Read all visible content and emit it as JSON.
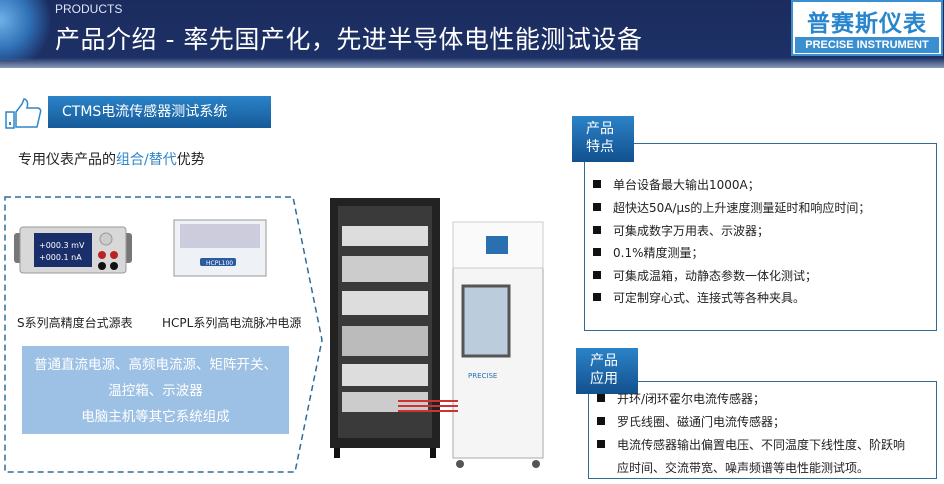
{
  "header": {
    "section": "PRODUCTS",
    "title": "产品介绍 - 率先国产化，先进半导体电性能测试设备"
  },
  "logo": {
    "cn": "普赛斯仪表",
    "en": "PRECISE INSTRUMENT"
  },
  "system": {
    "button_label": "CTMS电流传感器测试系统",
    "subtitle_pre": "专用仪表产品的",
    "subtitle_hl": "组合/替代",
    "subtitle_post": "优势"
  },
  "devices": [
    {
      "caption": "S系列高精度台式源表",
      "screen_v": "+000.3",
      "unit_v": "mV",
      "screen_i": "+000.1",
      "unit_i": "nA"
    },
    {
      "caption": "HCPL系列高电流脉冲电源",
      "label": "HCPL100"
    }
  ],
  "components": [
    "普通直流电源、高频电流源、矩阵开关、",
    "温控箱、示波器",
    "电脑主机等其它系统组成"
  ],
  "chamber_brand": "PRECISE",
  "features": {
    "title1": "产品",
    "title2": "特点",
    "items": [
      "单台设备最大输出1000A；",
      "超快达50A/μs的上升速度测量延时和响应时间；",
      "可集成数字万用表、示波器；",
      "0.1%精度测量；",
      "可集成温箱，动静态参数一体化测试；",
      "可定制穿心式、连接式等各种夹具。"
    ]
  },
  "applications": {
    "title1": "产品",
    "title2": "应用",
    "items": [
      "开环/闭环霍尔电流传感器；",
      "罗氏线圈、磁通门电流传感器；",
      "电流传感器输出偏置电压、不同温度下线性度、阶跃响",
      "应时间、交流带宽、噪声频谱等电性能测试项。"
    ]
  },
  "colors": {
    "navy": "#1b2b5e",
    "accent": "#2b83c8",
    "light_blue": "#9dc1e4"
  }
}
